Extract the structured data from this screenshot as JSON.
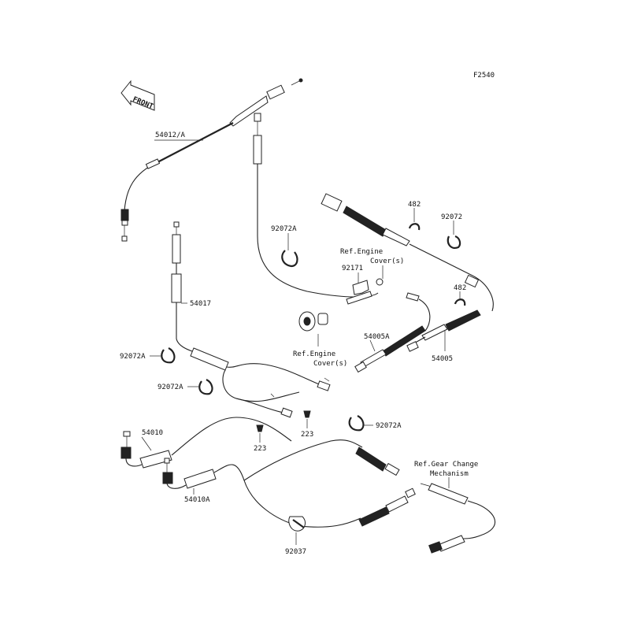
{
  "figure_code": "F2540",
  "front_arrow_text": "FRONT",
  "labels": {
    "p54012A": "54012/A",
    "p54017": "54017",
    "p92072A_top": "92072A",
    "p92072A_left": "92072A",
    "p92072A_mid": "92072A",
    "p92072A_right": "92072A",
    "p92072": "92072",
    "p482_top": "482",
    "p482_mid": "482",
    "p92171": "92171",
    "p54005A": "54005A",
    "p54005": "54005",
    "p223_left": "223",
    "p223_right": "223",
    "p54010": "54010",
    "p54010A": "54010A",
    "p92037": "92037"
  },
  "refs": {
    "engine_cover_top": [
      "Ref.Engine",
      "Cover(s)"
    ],
    "engine_cover_bottom": [
      "Ref.Engine",
      "Cover(s)"
    ],
    "gear_change": [
      "Ref.Gear Change",
      "Mechanism"
    ]
  }
}
